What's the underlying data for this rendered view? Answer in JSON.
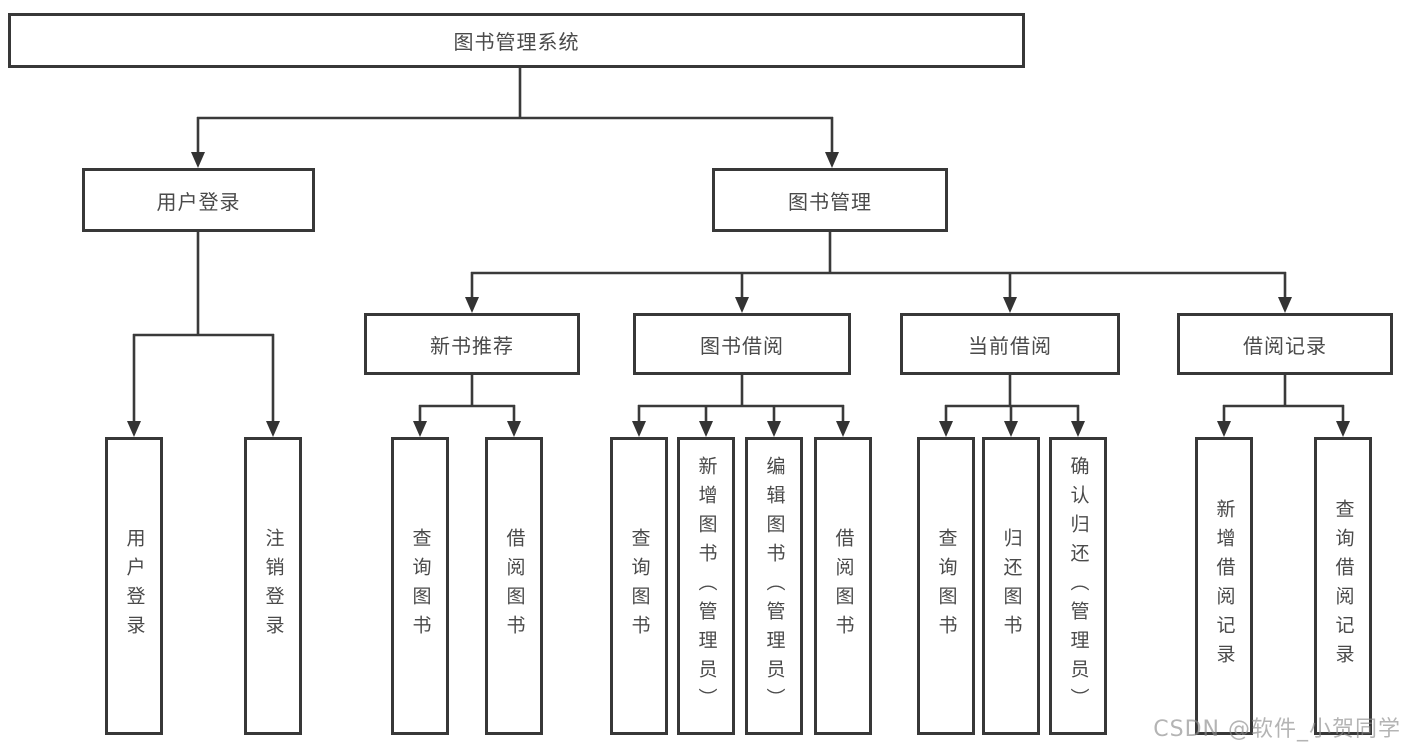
{
  "diagram": {
    "root": {
      "label": "图书管理系统"
    },
    "level2": [
      {
        "label": "用户登录"
      },
      {
        "label": "图书管理"
      }
    ],
    "level3": [
      {
        "label": "新书推荐",
        "parent": "图书管理"
      },
      {
        "label": "图书借阅",
        "parent": "图书管理"
      },
      {
        "label": "当前借阅",
        "parent": "图书管理"
      },
      {
        "label": "借阅记录",
        "parent": "图书管理"
      }
    ],
    "leaves": [
      {
        "label": "用户登录",
        "parent": "用户登录"
      },
      {
        "label": "注销登录",
        "parent": "用户登录"
      },
      {
        "label": "查询图书",
        "parent": "新书推荐"
      },
      {
        "label": "借阅图书",
        "parent": "新书推荐"
      },
      {
        "label": "查询图书",
        "parent": "图书借阅"
      },
      {
        "label": "新增图书（管理员）",
        "parent": "图书借阅"
      },
      {
        "label": "编辑图书（管理员）",
        "parent": "图书借阅"
      },
      {
        "label": "借阅图书",
        "parent": "图书借阅"
      },
      {
        "label": "查询图书",
        "parent": "当前借阅"
      },
      {
        "label": "归还图书",
        "parent": "当前借阅"
      },
      {
        "label": "确认归还（管理员）",
        "parent": "当前借阅"
      },
      {
        "label": "新增借阅记录",
        "parent": "借阅记录"
      },
      {
        "label": "查询借阅记录",
        "parent": "借阅记录"
      }
    ]
  },
  "watermark": {
    "text": "CSDN @软件_小贺同学"
  },
  "colors": {
    "line": "#3a3a3a",
    "box_border": "#383838",
    "text": "#4a4a4a",
    "background": "#ffffff",
    "watermark": "#8c8c8c"
  }
}
